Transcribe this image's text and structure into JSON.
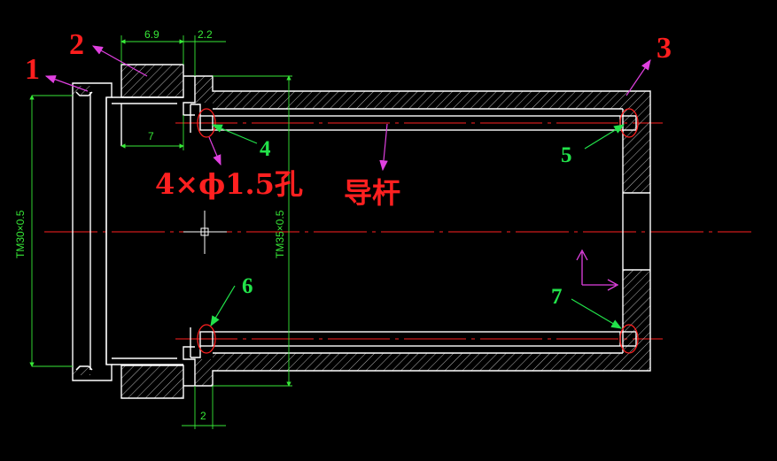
{
  "callouts": {
    "red": [
      "1",
      "2",
      "3"
    ],
    "green": [
      "4",
      "5",
      "6",
      "7"
    ]
  },
  "annotations": {
    "holes": "4×ϕ1.5孔",
    "guide_rod": "导杆"
  },
  "dimensions": {
    "d69": "6.9",
    "d22": "2.2",
    "d7": "7",
    "d2": "2",
    "thread_small": "TM30×0.5",
    "thread_large": "TM35×0.5"
  },
  "colors": {
    "background": "#000000",
    "outline": "#ffffff",
    "centerline": "#ff2020",
    "dimension": "#37e837",
    "leader_magenta": "#e040e0",
    "leader_green": "#22e34a",
    "callout_red": "#ff1e1e"
  }
}
